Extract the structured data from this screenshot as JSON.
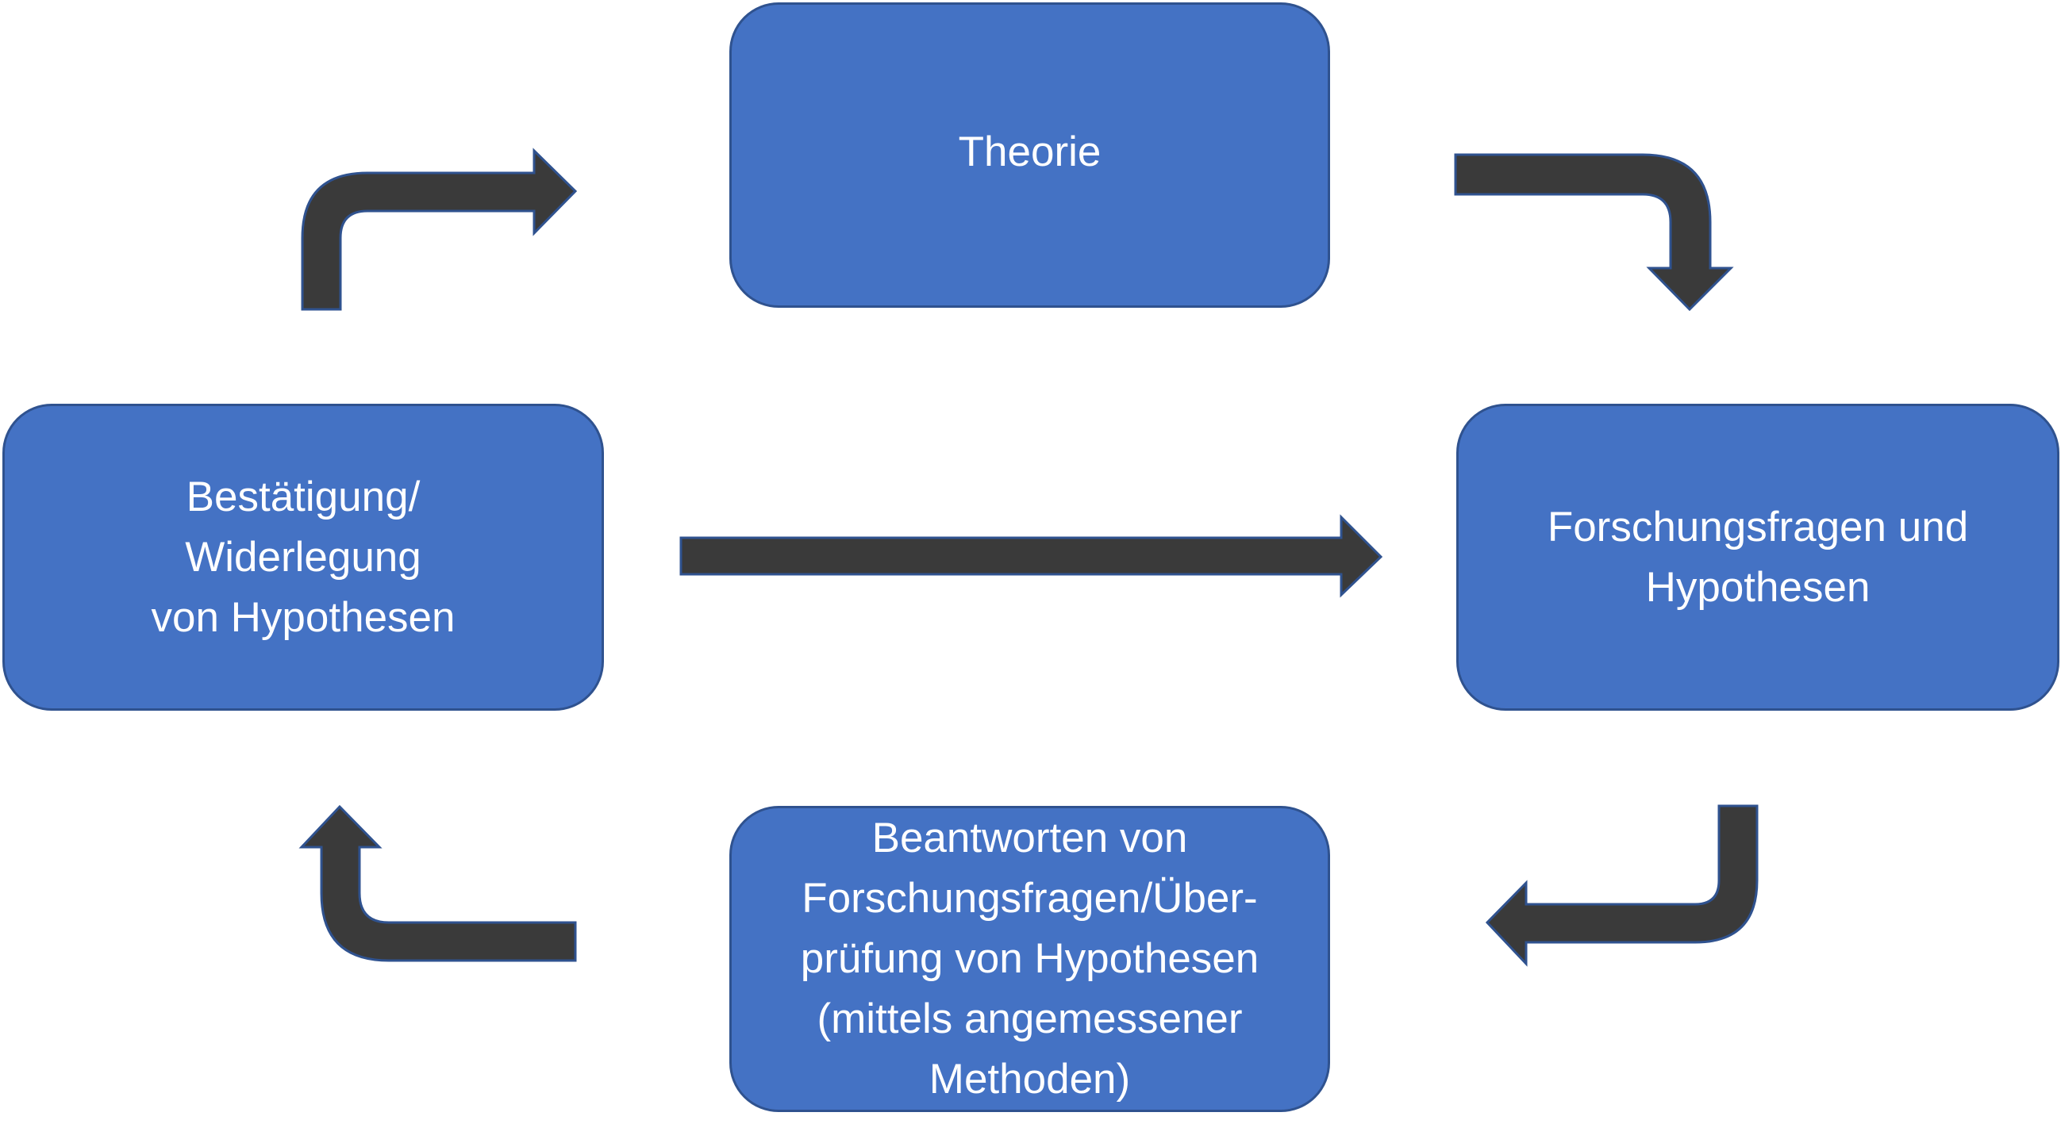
{
  "diagram": {
    "nodes": {
      "theorie": "Theorie",
      "forschung": "Forschungsfragen und\nHypothesen",
      "beantworten": "Beantworten von\nForschungsfragen/Über-\nprüfung von Hypothesen\n(mittels angemessener\nMethoden)",
      "bestaetigung": "Bestätigung/\nWiderlegung\nvon Hypothesen"
    },
    "colors": {
      "box_fill": "#4472c4",
      "box_border": "#2f528f",
      "box_text": "#ffffff",
      "arrow_fill": "#3a3a3a",
      "arrow_border": "#2f528f",
      "background": "#ffffff"
    }
  }
}
